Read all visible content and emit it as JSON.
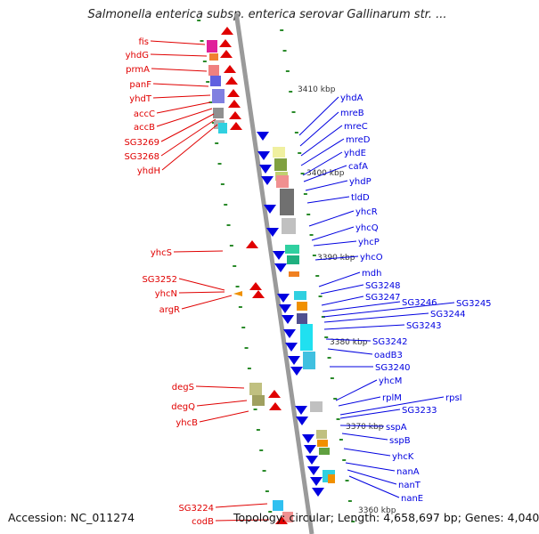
{
  "title": "Salmonella enterica subsp. enterica serovar Gallinarum str. ...",
  "footer": {
    "accession": "Accession: NC_011274",
    "stats": "Topology: circular; Length: 4,658,697 bp; Genes: 4,040"
  },
  "colors": {
    "left_genes": "#e00000",
    "right_genes": "#0000e0",
    "backbone": "#9a9a9a",
    "ticks": "#2a8a2a"
  },
  "kbp_labels": [
    {
      "text": "3410 kbp"
    },
    {
      "text": "3400 kbp"
    },
    {
      "text": "3390 kbp"
    },
    {
      "text": "3380 kbp"
    },
    {
      "text": "3370 kbp"
    },
    {
      "text": "3360 kbp"
    }
  ],
  "left_genes": [
    {
      "name": "fis"
    },
    {
      "name": "yhdG"
    },
    {
      "name": "prmA"
    },
    {
      "name": "panF"
    },
    {
      "name": "yhdT"
    },
    {
      "name": "accC"
    },
    {
      "name": "accB"
    },
    {
      "name": "SG3269"
    },
    {
      "name": "SG3268"
    },
    {
      "name": "yhdH"
    },
    {
      "name": "yhcS"
    },
    {
      "name": "SG3252"
    },
    {
      "name": "yhcN"
    },
    {
      "name": "argR"
    },
    {
      "name": "degS"
    },
    {
      "name": "degQ"
    },
    {
      "name": "yhcB"
    },
    {
      "name": "SG3224"
    },
    {
      "name": "codB"
    }
  ],
  "right_genes": [
    {
      "name": "yhdA"
    },
    {
      "name": "mreB"
    },
    {
      "name": "mreC"
    },
    {
      "name": "mreD"
    },
    {
      "name": "yhdE"
    },
    {
      "name": "cafA"
    },
    {
      "name": "yhdP"
    },
    {
      "name": "tldD"
    },
    {
      "name": "yhcR"
    },
    {
      "name": "yhcQ"
    },
    {
      "name": "yhcP"
    },
    {
      "name": "yhcO"
    },
    {
      "name": "mdh"
    },
    {
      "name": "SG3248"
    },
    {
      "name": "SG3247"
    },
    {
      "name": "SG3246"
    },
    {
      "name": "SG3245"
    },
    {
      "name": "SG3244"
    },
    {
      "name": "SG3243"
    },
    {
      "name": "SG3242"
    },
    {
      "name": "oadB3"
    },
    {
      "name": "SG3240"
    },
    {
      "name": "yhcM"
    },
    {
      "name": "rplM"
    },
    {
      "name": "rpsI"
    },
    {
      "name": "SG3233"
    },
    {
      "name": "sspA"
    },
    {
      "name": "sspB"
    },
    {
      "name": "yhcK"
    },
    {
      "name": "nanA"
    },
    {
      "name": "nanT"
    },
    {
      "name": "nanE"
    }
  ]
}
